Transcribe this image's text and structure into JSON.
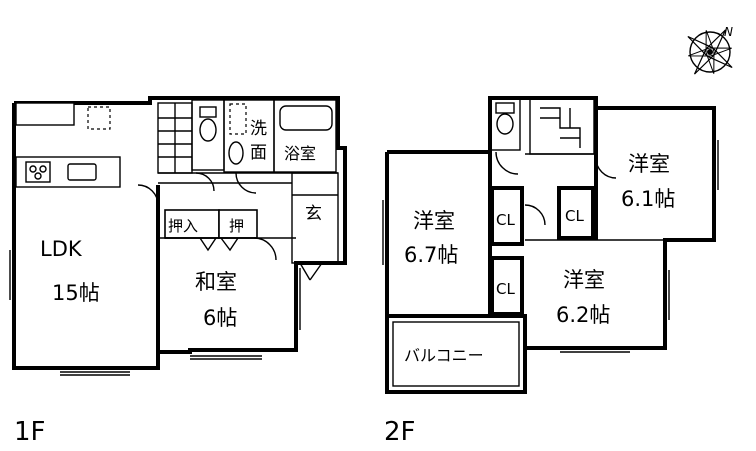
{
  "floor1": {
    "label": "1F",
    "rooms": {
      "ldk_name": "LDK",
      "ldk_size": "15帖",
      "washroom_a": "洗",
      "washroom_b": "面",
      "bathroom": "浴室",
      "entrance": "玄",
      "closet_oshiire": "押入",
      "closet_small": "押",
      "washitsu_name": "和室",
      "washitsu_size": "6帖"
    }
  },
  "floor2": {
    "label": "2F",
    "rooms": {
      "west_name": "洋室",
      "west_size": "6.7帖",
      "northeast_name": "洋室",
      "northeast_size": "6.1帖",
      "southeast_name": "洋室",
      "southeast_size": "6.2帖",
      "closet_1": "CL",
      "closet_2": "CL",
      "closet_3": "CL",
      "balcony": "バルコニー"
    }
  },
  "compass": {
    "letter": "N",
    "icon": "compass-rose-icon"
  }
}
